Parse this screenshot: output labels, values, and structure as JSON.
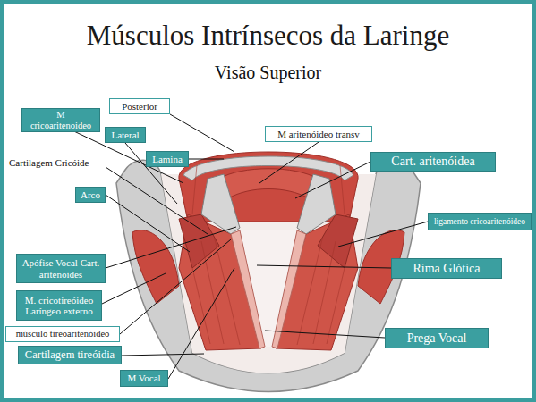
{
  "diagram": {
    "title": "Músculos Intrínsecos da Laringe",
    "nodes": [
      {
        "text": [
          "Posterior"
        ]
      },
      {
        "text": [
          "M cricoaritenoideo"
        ]
      },
      {
        "text": [
          "M aritenóideo transv"
        ]
      },
      {
        "text": [
          "Lateral"
        ]
      },
      {
        "text": [
          "Lamina"
        ]
      },
      {
        "text": [
          "Cart. aritenóidea"
        ]
      },
      {
        "text": [
          "Arco"
        ]
      },
      {
        "text": [
          "ligamento cricoaritenóideo"
        ]
      },
      {
        "text": [
          "Apófise Vocal Cart. aritenóides"
        ]
      },
      {
        "text": [
          "Rima Glótica"
        ]
      },
      {
        "text": [
          "M. cricotireóideo Laríngeo externo"
        ]
      },
      {
        "text": [
          "músculo tireoaritenóideo"
        ]
      },
      {
        "text": [
          "Prega Vocal"
        ]
      },
      {
        "text": [
          "Cartilagem tireóidia"
        ]
      },
      {
        "text": [
          "M Vocal"
        ]
      }
    ],
    "edges": [],
    "labels": [
      "Visão Superior",
      "Cartilagem Cricóide"
    ]
  }
}
